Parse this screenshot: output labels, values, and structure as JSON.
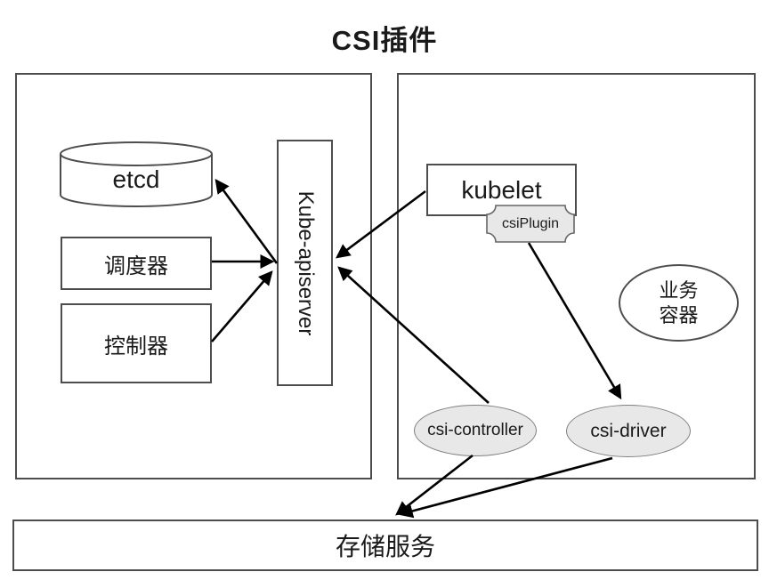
{
  "title": "CSI插件",
  "colors": {
    "background": "#ffffff",
    "box_border": "#4d4d4d",
    "ellipse_border": "#7f7f7f",
    "gray_fill": "#e8e8e8",
    "arrow": "#000000",
    "text": "#1a1a1a"
  },
  "nodes": {
    "etcd": {
      "label": "etcd",
      "shape": "cylinder"
    },
    "scheduler": {
      "label": "调度器",
      "shape": "rect"
    },
    "controller": {
      "label": "控制器",
      "shape": "rect"
    },
    "apiserver": {
      "label": "Kube-apiserver",
      "shape": "rect-vertical-text"
    },
    "kubelet": {
      "label": "kubelet",
      "shape": "rect"
    },
    "csi_plugin": {
      "label": "csiPlugin",
      "shape": "plaque"
    },
    "business_container": {
      "line1": "业务",
      "line2": "容器",
      "shape": "ellipse"
    },
    "csi_controller": {
      "label": "csi-controller",
      "shape": "ellipse"
    },
    "csi_driver": {
      "label": "csi-driver",
      "shape": "ellipse"
    },
    "storage": {
      "label": "存储服务",
      "shape": "rect"
    }
  },
  "edges": [
    {
      "from": "Kube-apiserver",
      "to": "etcd"
    },
    {
      "from": "调度器",
      "to": "Kube-apiserver"
    },
    {
      "from": "控制器",
      "to": "Kube-apiserver"
    },
    {
      "from": "kubelet",
      "to": "Kube-apiserver"
    },
    {
      "from": "csi-controller",
      "to": "Kube-apiserver"
    },
    {
      "from": "csiPlugin",
      "to": "csi-driver"
    },
    {
      "from": "csi-controller",
      "to": "存储服务"
    },
    {
      "from": "csi-driver",
      "to": "存储服务"
    }
  ]
}
